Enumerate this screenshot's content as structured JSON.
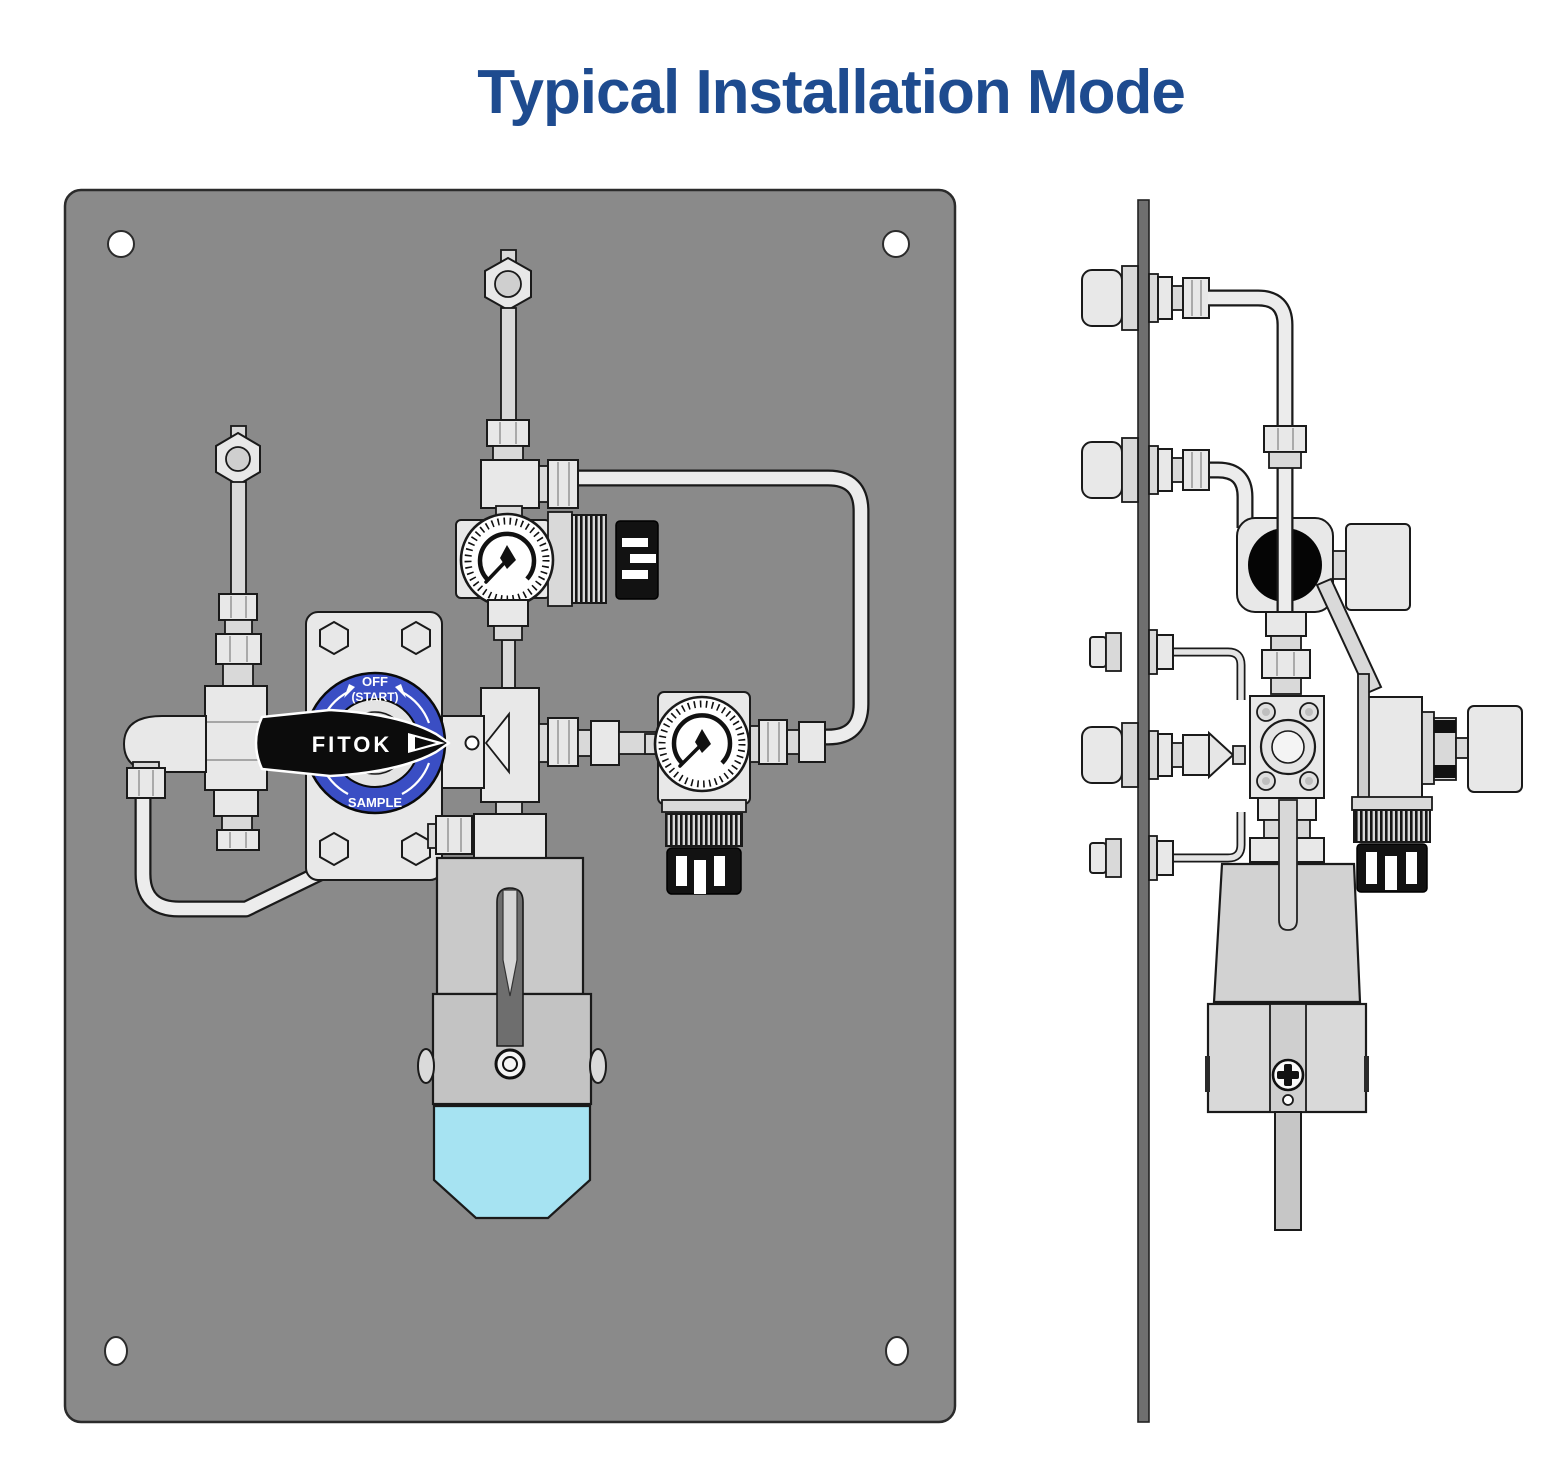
{
  "title": {
    "text": "Typical Installation Mode",
    "color": "#1e4b8f"
  },
  "front_view": {
    "panel_color": "#8a8a8a",
    "dial": {
      "color": "#3a4ec4",
      "label_top": "OFF",
      "label_top_sub": "(START)",
      "label_bottom": "SAMPLE"
    },
    "handle": {
      "brand": "FITOK"
    },
    "sample_cylinder": {
      "liquid_color": "#a6e3f2"
    }
  },
  "side_view": {
    "panel_color": "#6f6f6f"
  }
}
